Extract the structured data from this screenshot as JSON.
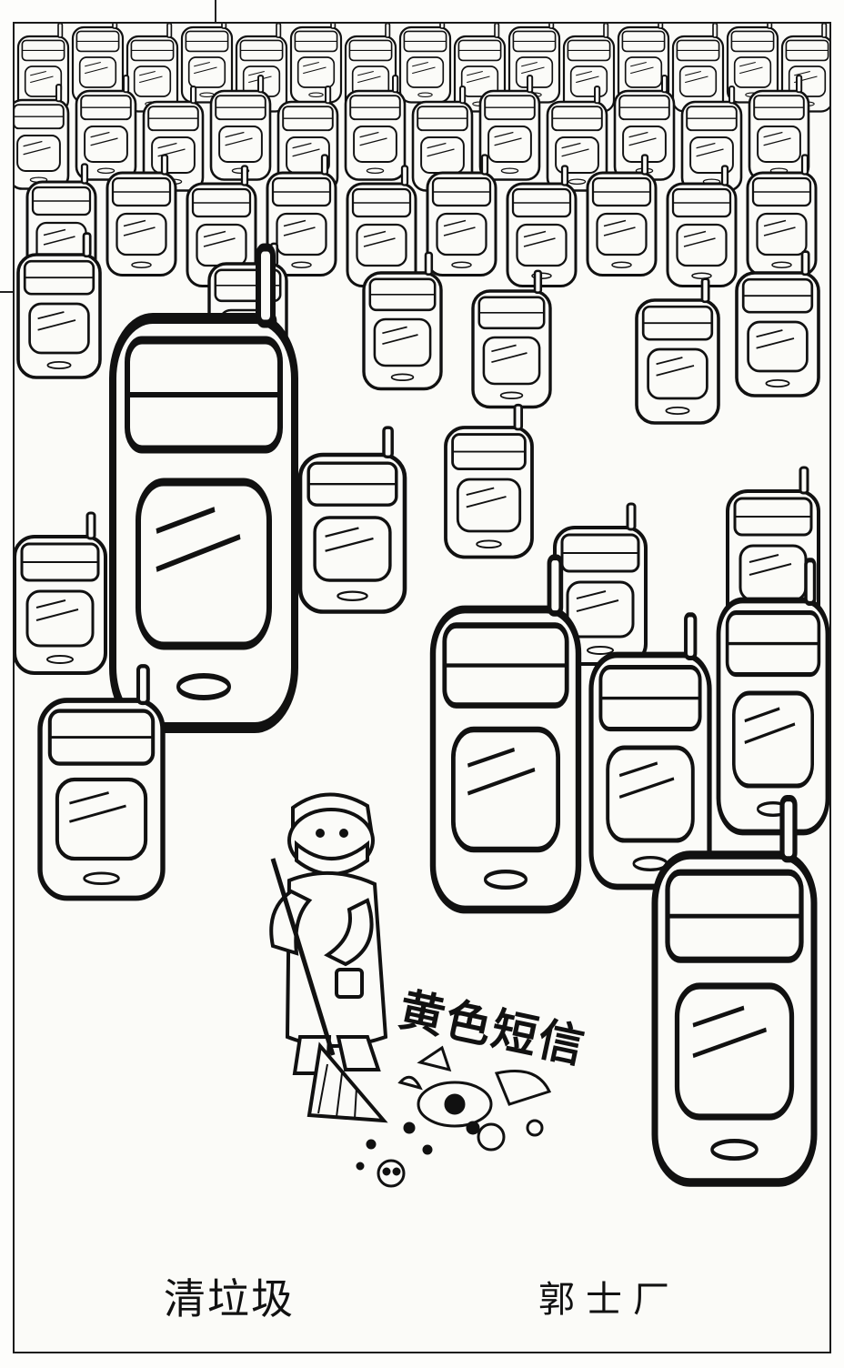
{
  "cartoon": {
    "title": "清垃圾",
    "author": "郭士厂",
    "label": "黄色短信"
  }
}
